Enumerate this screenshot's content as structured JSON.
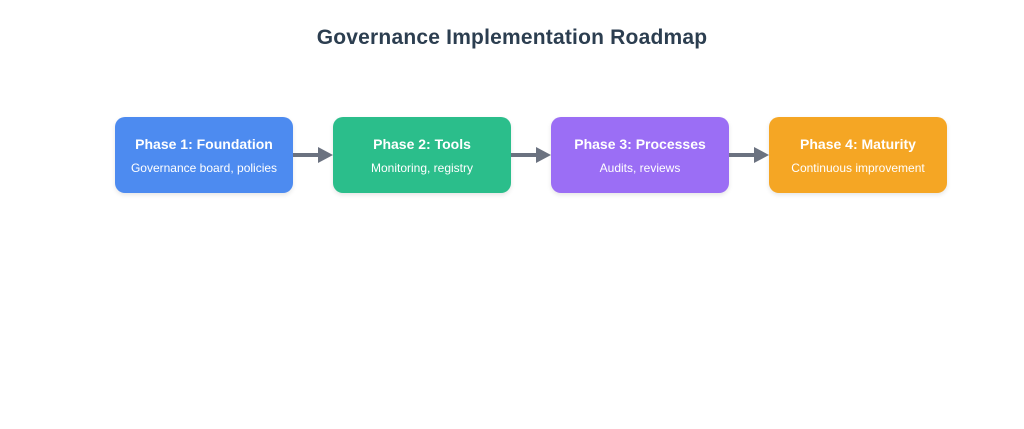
{
  "page": {
    "background": "#ffffff"
  },
  "title": {
    "text": "Governance Implementation Roadmap",
    "color": "#2c3e50"
  },
  "diagram": {
    "type": "flow",
    "direction": "left-to-right",
    "arrow_color": "#6b7280",
    "phases": [
      {
        "title": "Phase 1: Foundation",
        "subtitle": "Governance board, policies",
        "color": "#4d8bf0",
        "text_color": "#ffffff"
      },
      {
        "title": "Phase 2: Tools",
        "subtitle": "Monitoring, registry",
        "color": "#2bbe8b",
        "text_color": "#ffffff"
      },
      {
        "title": "Phase 3: Processes",
        "subtitle": "Audits, reviews",
        "color": "#9b6ef5",
        "text_color": "#ffffff"
      },
      {
        "title": "Phase 4: Maturity",
        "subtitle": "Continuous improvement",
        "color": "#f5a624",
        "text_color": "#ffffff"
      }
    ]
  }
}
